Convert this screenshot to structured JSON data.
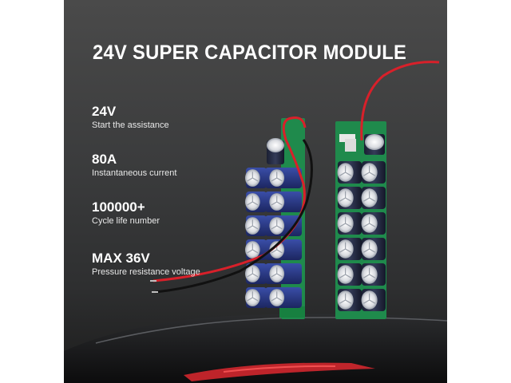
{
  "title": "24V SUPER CAPACITOR MODULE",
  "specs": [
    {
      "value": "24V",
      "label": "Start the assistance"
    },
    {
      "value": "80A",
      "label": "Instantaneous current"
    },
    {
      "value": "100000+",
      "label": "Cycle life number"
    },
    {
      "value": "MAX 36V",
      "label": "Pressure resistance voltage"
    }
  ],
  "colors": {
    "background": "#3a3b3c",
    "pcb": "#1f8a4c",
    "capacitor_left": "#2a3a8a",
    "capacitor_right": "#242a40",
    "wire_red": "#d8202a",
    "wire_black": "#111111",
    "taillight": "#c8262c"
  }
}
